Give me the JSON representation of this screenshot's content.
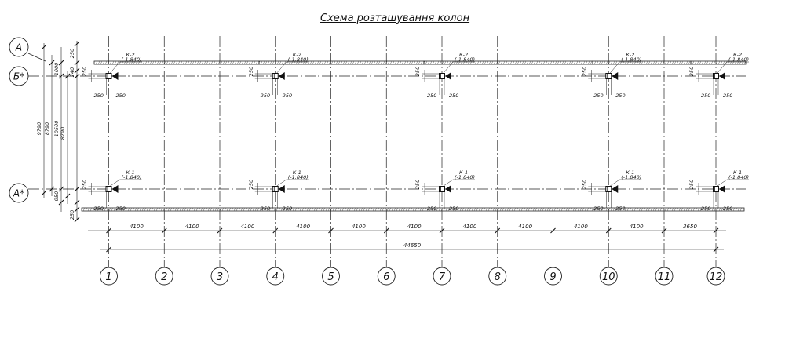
{
  "title": "Схема розташування колон",
  "axes_columns": [
    "1",
    "2",
    "3",
    "4",
    "5",
    "6",
    "7",
    "8",
    "9",
    "10",
    "11",
    "12"
  ],
  "axes_rows": [
    {
      "label": "А"
    },
    {
      "label": "Б*"
    },
    {
      "label": "А*"
    }
  ],
  "bay_dimensions": [
    "4100",
    "4100",
    "4100",
    "4100",
    "4100",
    "4100",
    "4100",
    "4100",
    "4100",
    "4100",
    "3650"
  ],
  "overall_dimension": "44650",
  "left_dimensions": {
    "chain_outer": [
      "250",
      "1000",
      "240"
    ],
    "total_a": "9790",
    "total_b": "8790",
    "total_c": "10500",
    "inner_span": "8790",
    "bottom_chain": [
      "950",
      "250"
    ]
  },
  "column_offset": "250",
  "columns_top": {
    "mark": "К-2",
    "level": "(-1.840)",
    "axes": [
      "1",
      "4",
      "7",
      "10",
      "12"
    ]
  },
  "columns_bottom": {
    "mark": "К-1",
    "level": "(-1.840)",
    "axes": [
      "1",
      "4",
      "7",
      "10",
      "12"
    ]
  }
}
